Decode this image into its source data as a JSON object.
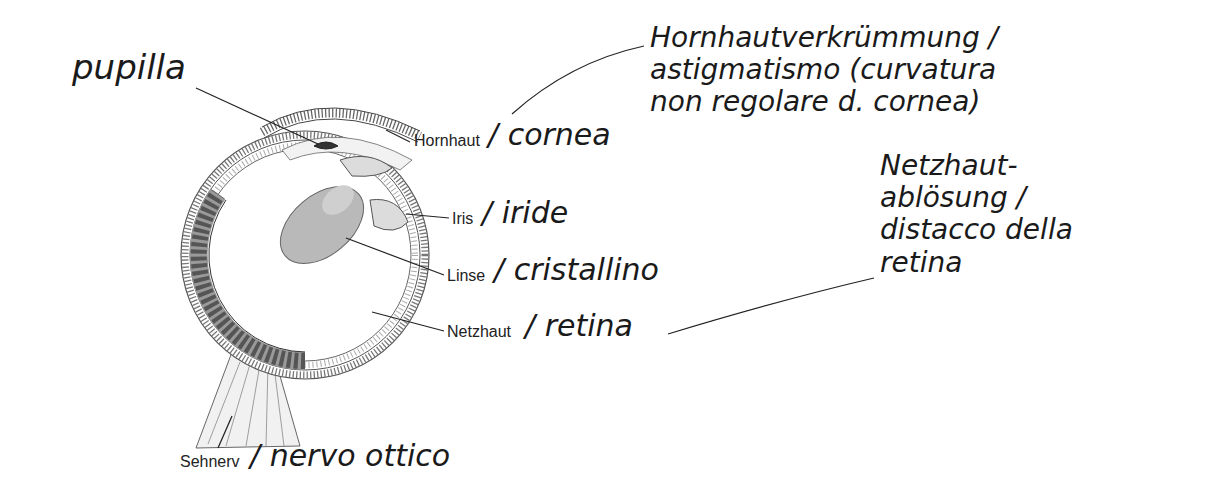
{
  "diagram": {
    "labels": [
      "pupilla",
      "Hornhaut",
      "/ cornea",
      "Iris",
      "/ iride",
      "Linse",
      "/ cristallino",
      "Netzhaut",
      "/ retina",
      "Sehnerv",
      "/ nervo ottico",
      "Hornhautverkrümmung / astigmatismo (curvatura non regolare d. cornea)",
      "Netzhaut- ablösung / distacco della retina"
    ]
  }
}
